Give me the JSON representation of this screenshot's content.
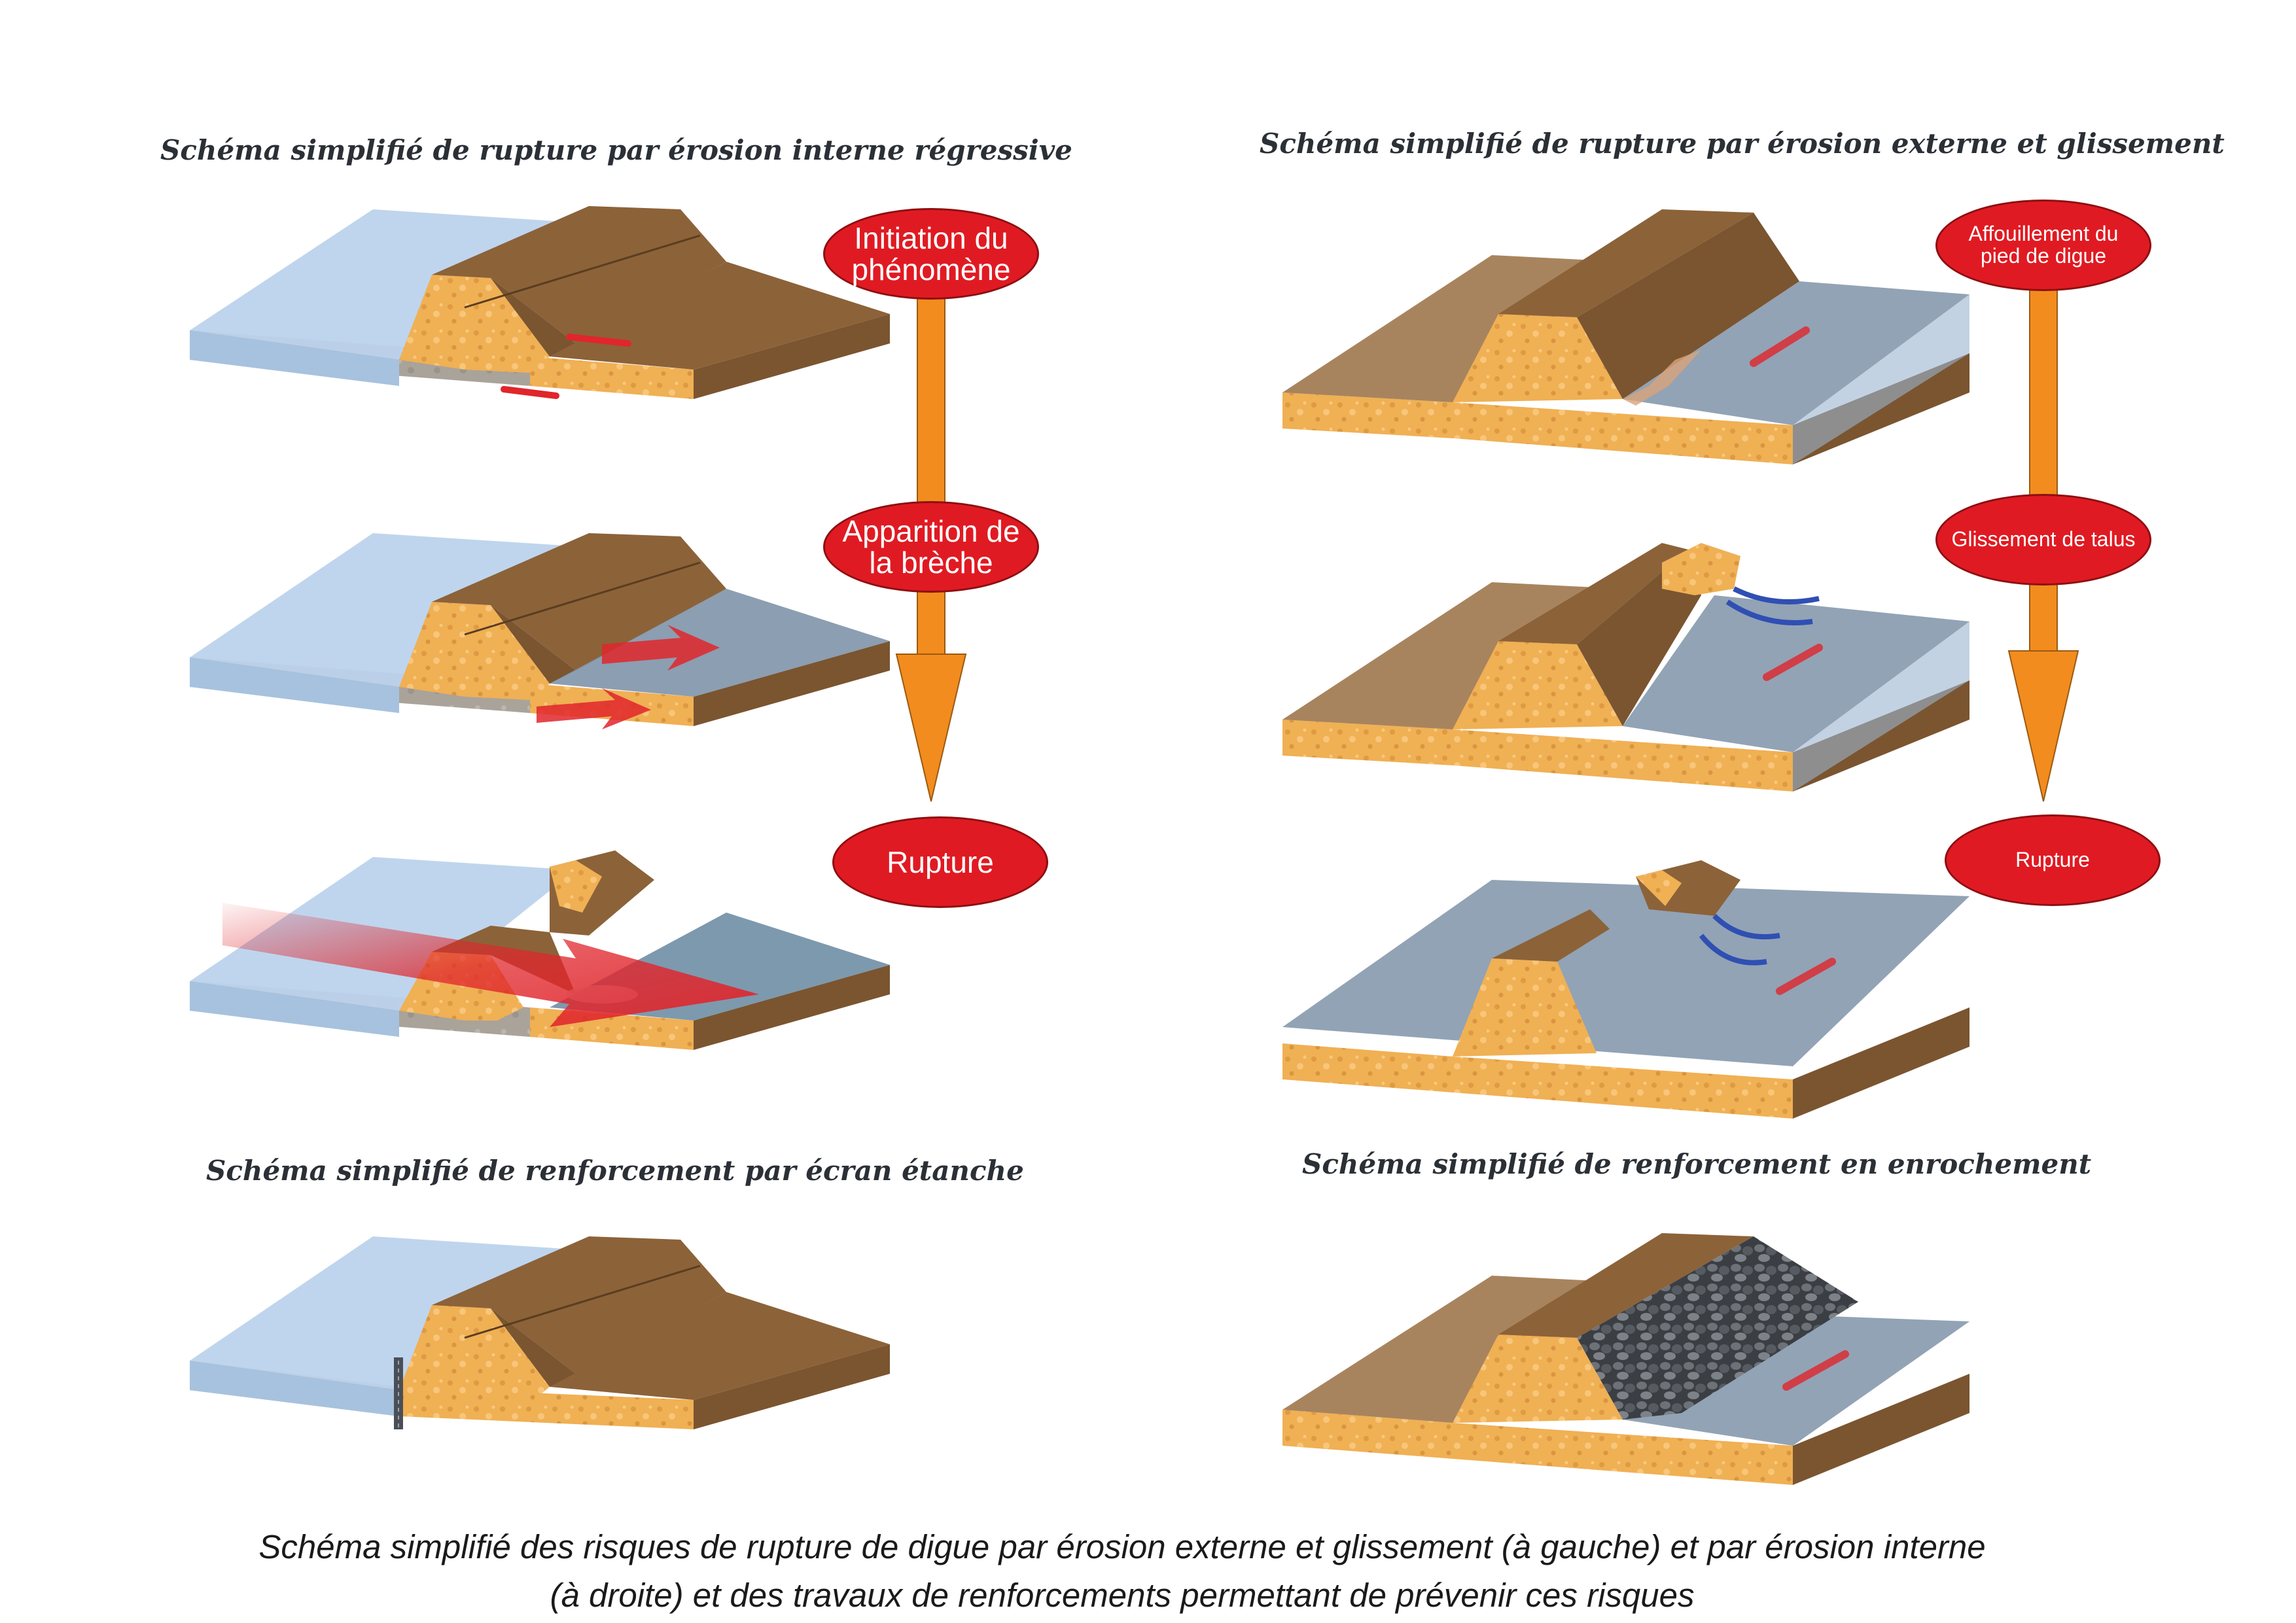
{
  "titles": {
    "internal_erosion": "Schéma simplifié de rupture par érosion interne régressive",
    "external_erosion": "Schéma simplifié de rupture par érosion externe et glissement",
    "watertight_screen": "Schéma simplifié de renforcement par écran étanche",
    "riprap": "Schéma simplifié de renforcement en enrochement"
  },
  "left_stages": [
    "Initiation du phénomène",
    "Apparition de la brèche",
    "Rupture"
  ],
  "right_stages": [
    "Affouillement du pied de digue",
    "Glissement de talus",
    "Rupture"
  ],
  "caption": {
    "line1": "Schéma simplifié des risques de rupture de digue par érosion externe et glissement (à gauche) et par érosion interne",
    "line2": "(à droite) et des travaux de renforcements permettant de prévenir ces risques"
  },
  "colors": {
    "water": "#bcd3ec",
    "water_dark": "#7f93a8",
    "levee_top": "#8c6239",
    "levee_side": "#7a5530",
    "fill_sand": "#f0b054",
    "base_grey": "#a9a39a",
    "arrow_red": "#e0262c",
    "arrow_blue": "#2f4fb3",
    "flow_arrow": "#f28c1e",
    "stage_red": "#e01a22"
  }
}
